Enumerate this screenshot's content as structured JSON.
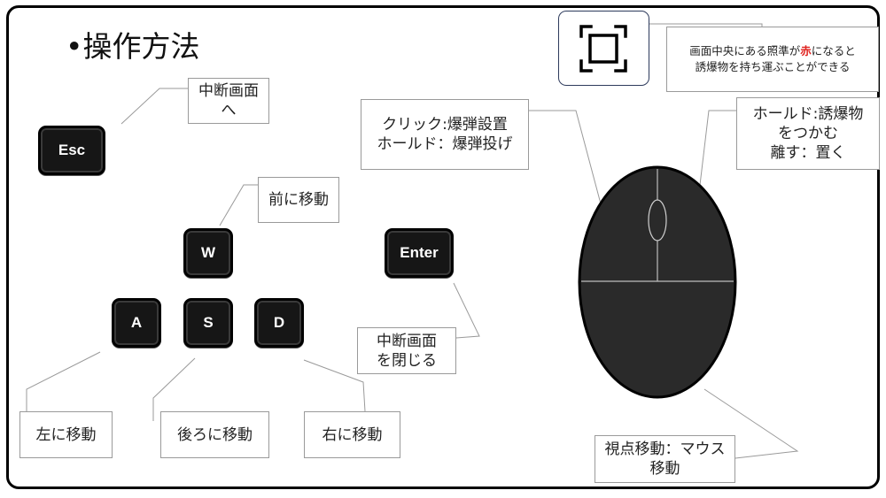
{
  "slide": {
    "title": "•操作方法",
    "keys": {
      "esc": "Esc",
      "w": "W",
      "a": "A",
      "s": "S",
      "d": "D",
      "enter": "Enter"
    },
    "labels": {
      "esc_line1": "中断画面",
      "esc_line2": "へ",
      "w": "前に移動",
      "a": "左に移動",
      "s": "後ろに移動",
      "d": "右に移動",
      "enter_line1": "中断画面",
      "enter_line2": "を閉じる",
      "left_click_line1": "クリック:爆弾設置",
      "left_click_line2": "ホールド：爆弾投げ",
      "right_click_line1": "ホールド:誘爆物",
      "right_click_line2": "をつかむ",
      "right_click_line3": "離す：置く",
      "mouse_move_line1": "視点移動：マウス",
      "mouse_move_line2": "移動"
    },
    "crosshair_note": {
      "line1_pre": "画面中央にある照準が",
      "line1_red": "赤",
      "line1_post": "になると",
      "line2": "誘爆物を持ち運ぶことができる"
    },
    "icons": [
      "crosshair-icon",
      "mouse-icon"
    ],
    "colors": {
      "key_fill": "#161616",
      "mouse_fill": "#2a2a2a",
      "highlight_red": "#e0231f",
      "crosshair_border": "#2d3a5c"
    }
  }
}
